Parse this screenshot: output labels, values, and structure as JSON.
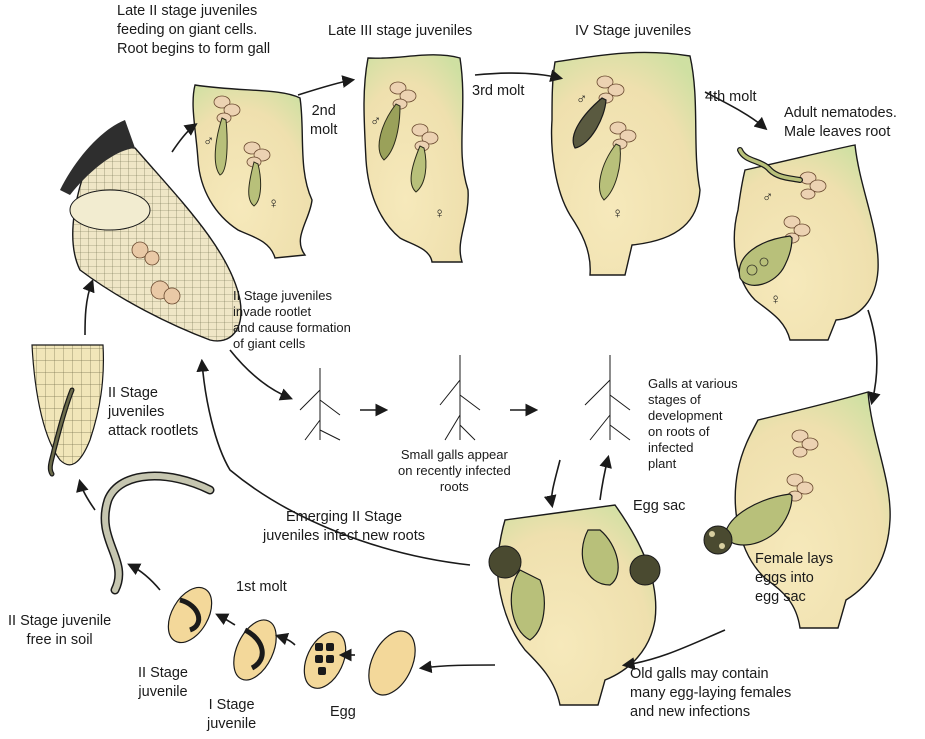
{
  "labels": {
    "late_ii": "Late II stage juveniles\nfeeding on giant cells.\nRoot begins to form gall",
    "late_iii": "Late III stage juveniles",
    "iv_stage": "IV Stage juveniles",
    "molt_2": "2nd\nmolt",
    "molt_3": "3rd molt",
    "molt_4": "4th molt",
    "adult": "Adult nematodes.\nMale leaves root",
    "ii_invade": "II Stage juveniles\ninvade rootlet\nand cause formation\nof giant cells",
    "ii_attack": "II Stage\njuveniles\nattack rootlets",
    "small_galls": "Small galls appear\non recently infected\nroots",
    "galls_various": "Galls at various\nstages of\ndevelopment\non roots of\ninfected\nplant",
    "emerging": "Emerging II Stage\njuveniles infect new roots",
    "egg_sac": "Egg sac",
    "female_lays": "Female lays\neggs into\negg sac",
    "ii_free": "II Stage juvenile\nfree in soil",
    "molt_1": "1st molt",
    "ii_juvenile": "II Stage\njuvenile",
    "i_juvenile": "I Stage\njuvenile",
    "egg": "Egg",
    "old_galls": "Old galls may contain\nmany egg-laying females\nand new infections"
  },
  "symbols": {
    "male": "♂",
    "female": "♀"
  },
  "colors": {
    "gall_fill": "#f2e7b8",
    "gall_edge": "#cfe0a2",
    "outline": "#1a1a1a",
    "giant_cell": "#e9c9a6",
    "nematode": "#b8c07a",
    "egg": "#f3d89a"
  }
}
